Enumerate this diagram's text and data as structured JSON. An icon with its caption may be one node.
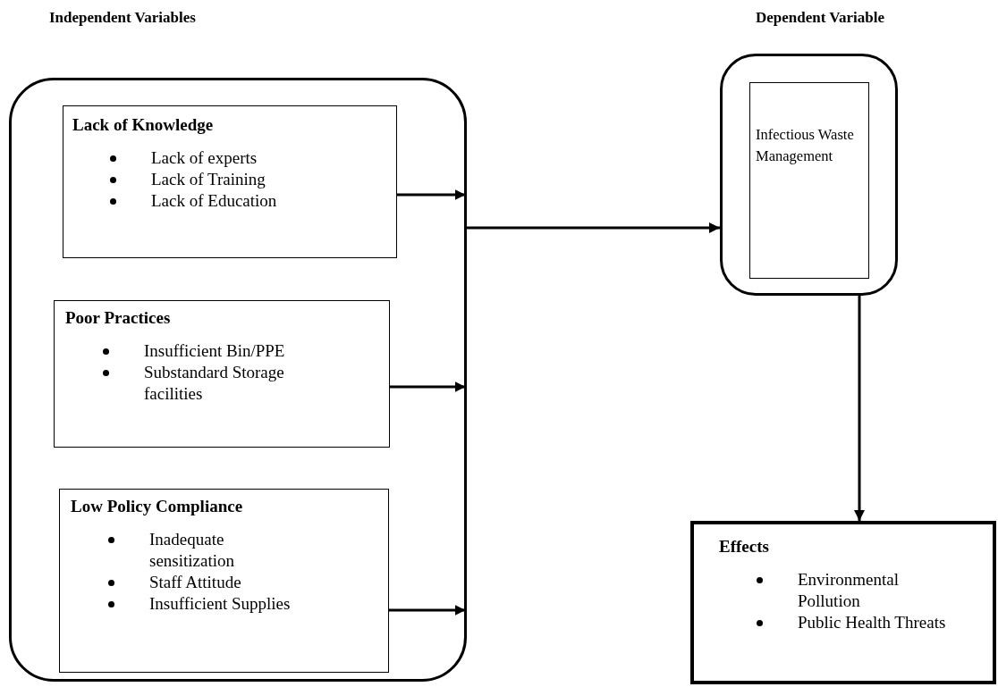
{
  "diagram": {
    "nodes": [
      {
        "text": [],
        "shape": "box"
      },
      {
        "text": [
          "Lack of Knowledge",
          "Lack of experts",
          "Lack of Training",
          "Lack of Education"
        ],
        "in": 0
      },
      {
        "text": [
          "Poor Practices",
          "Insufficient Bin/PPE",
          "Substandard Storage facilities"
        ],
        "in": 0
      },
      {
        "text": [
          "Low Policy Compliance",
          "Inadequate sensitization",
          "Staff Attitude",
          "Insufficient Supplies"
        ],
        "in": 0
      },
      {
        "text": [],
        "shape": "box"
      },
      {
        "text": [
          "Infectious Waste Management"
        ],
        "in": 4
      },
      {
        "text": [
          "Effects",
          "Environmental Pollution",
          "Public Health Threats"
        ]
      }
    ],
    "edges": [
      {
        "from": 1,
        "to": 0,
        "arrow": "to"
      },
      {
        "from": 2,
        "to": 0,
        "arrow": "to"
      },
      {
        "from": 3,
        "to": 0,
        "arrow": "to"
      },
      {
        "from": 0,
        "to": 4,
        "arrow": "to"
      },
      {
        "from": 4,
        "to": 6,
        "arrow": "to"
      }
    ],
    "labels": [
      "Independent Variables",
      "Dependent Variable"
    ]
  }
}
